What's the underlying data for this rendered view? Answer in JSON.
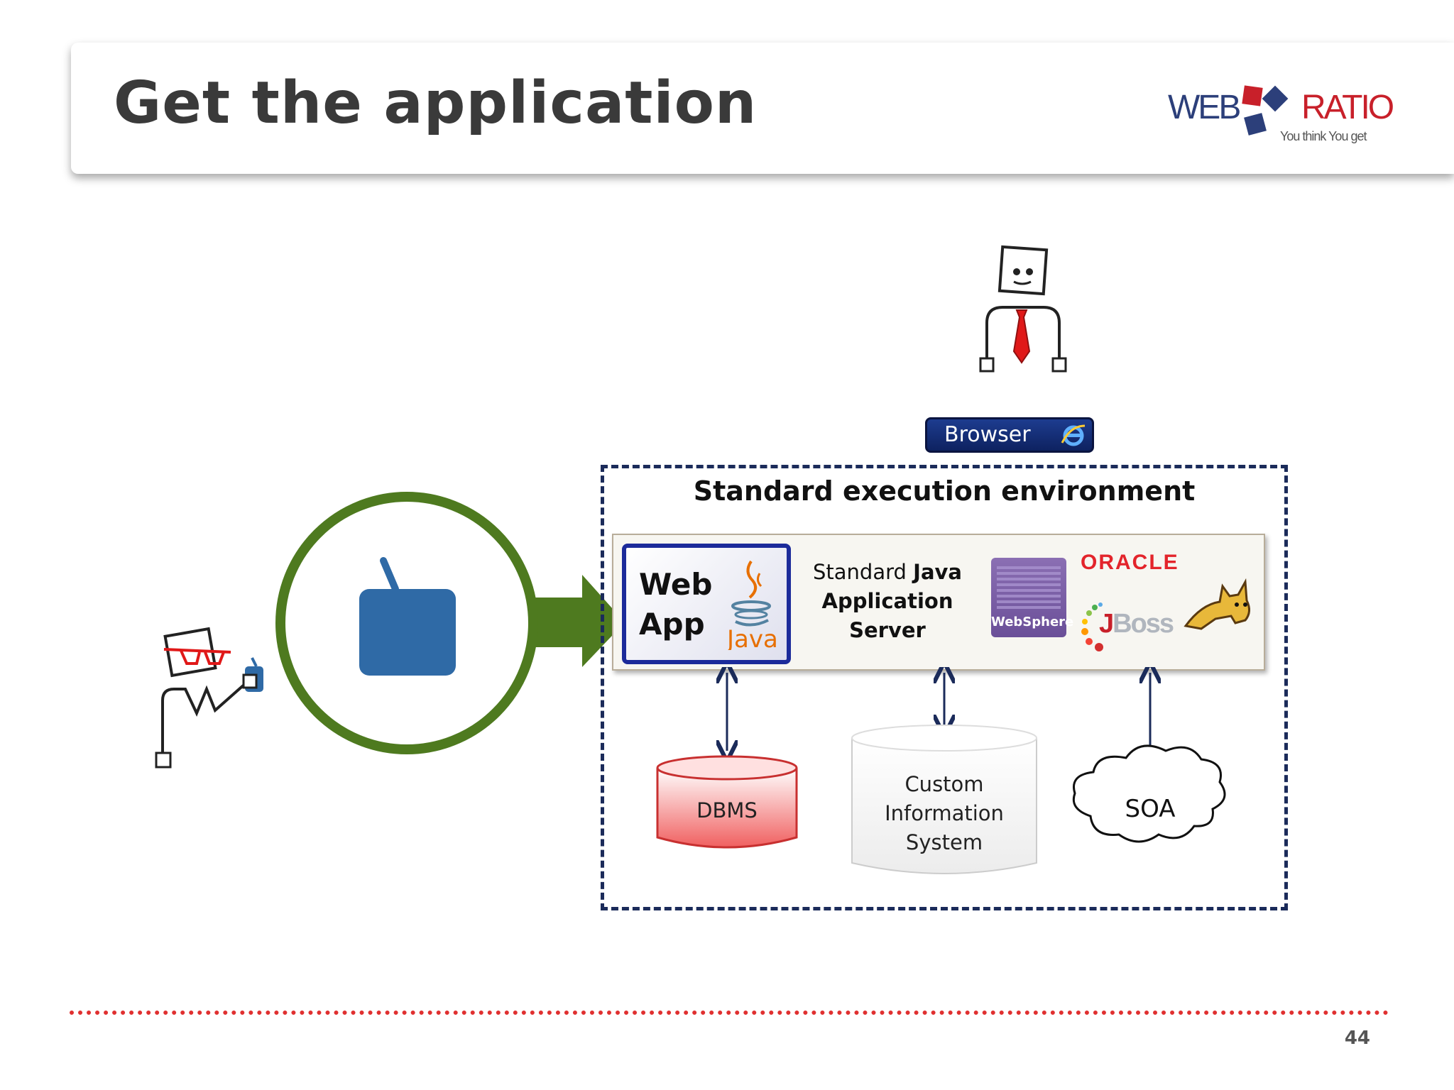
{
  "slide": {
    "title": "Get the application",
    "page_number": "44"
  },
  "logo": {
    "left_text": "WEB",
    "right_text": "RATIO",
    "tagline": "You think You get",
    "colors": {
      "blue": "#2c3f7a",
      "red": "#c8202a"
    }
  },
  "browser": {
    "label": "Browser",
    "icon": "internet-explorer-icon"
  },
  "environment": {
    "title": "Standard execution environment",
    "web_app": {
      "line1": "Web",
      "line2": "App",
      "icon": "java-icon",
      "java_text": "Java"
    },
    "server": {
      "prefix": "Standard ",
      "java": "Java",
      "line2": "Application",
      "line3": "Server"
    },
    "vendors": {
      "websphere": "WebSphere",
      "oracle": "ORACLE",
      "jboss_j": "J",
      "jboss_rest": "Boss"
    }
  },
  "nodes": {
    "dbms": "DBMS",
    "cis": [
      "Custom",
      "Information",
      "System"
    ],
    "soa": "SOA"
  },
  "colors": {
    "accent_green": "#4e7a1f",
    "dashed_border": "#1b2b5a",
    "app_blue": "#2f6aa6",
    "dbms_red": "#f06060"
  }
}
